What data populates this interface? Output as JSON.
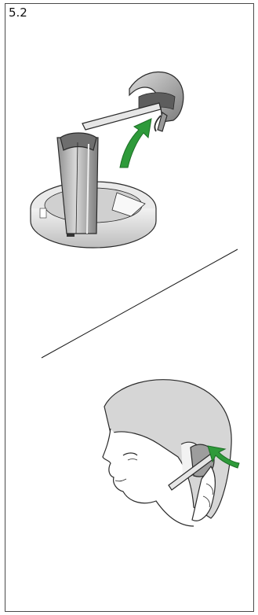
{
  "step": {
    "label": "5.2"
  },
  "colors": {
    "arrow_green": "#2e9a3a",
    "device_gray": "#9a9a9a",
    "outline": "#2a2a2a"
  },
  "illustrations": [
    {
      "name": "headset-lift-from-base",
      "icon": "headset-base-icon"
    },
    {
      "name": "headset-on-ear",
      "icon": "ear-headset-icon"
    }
  ]
}
